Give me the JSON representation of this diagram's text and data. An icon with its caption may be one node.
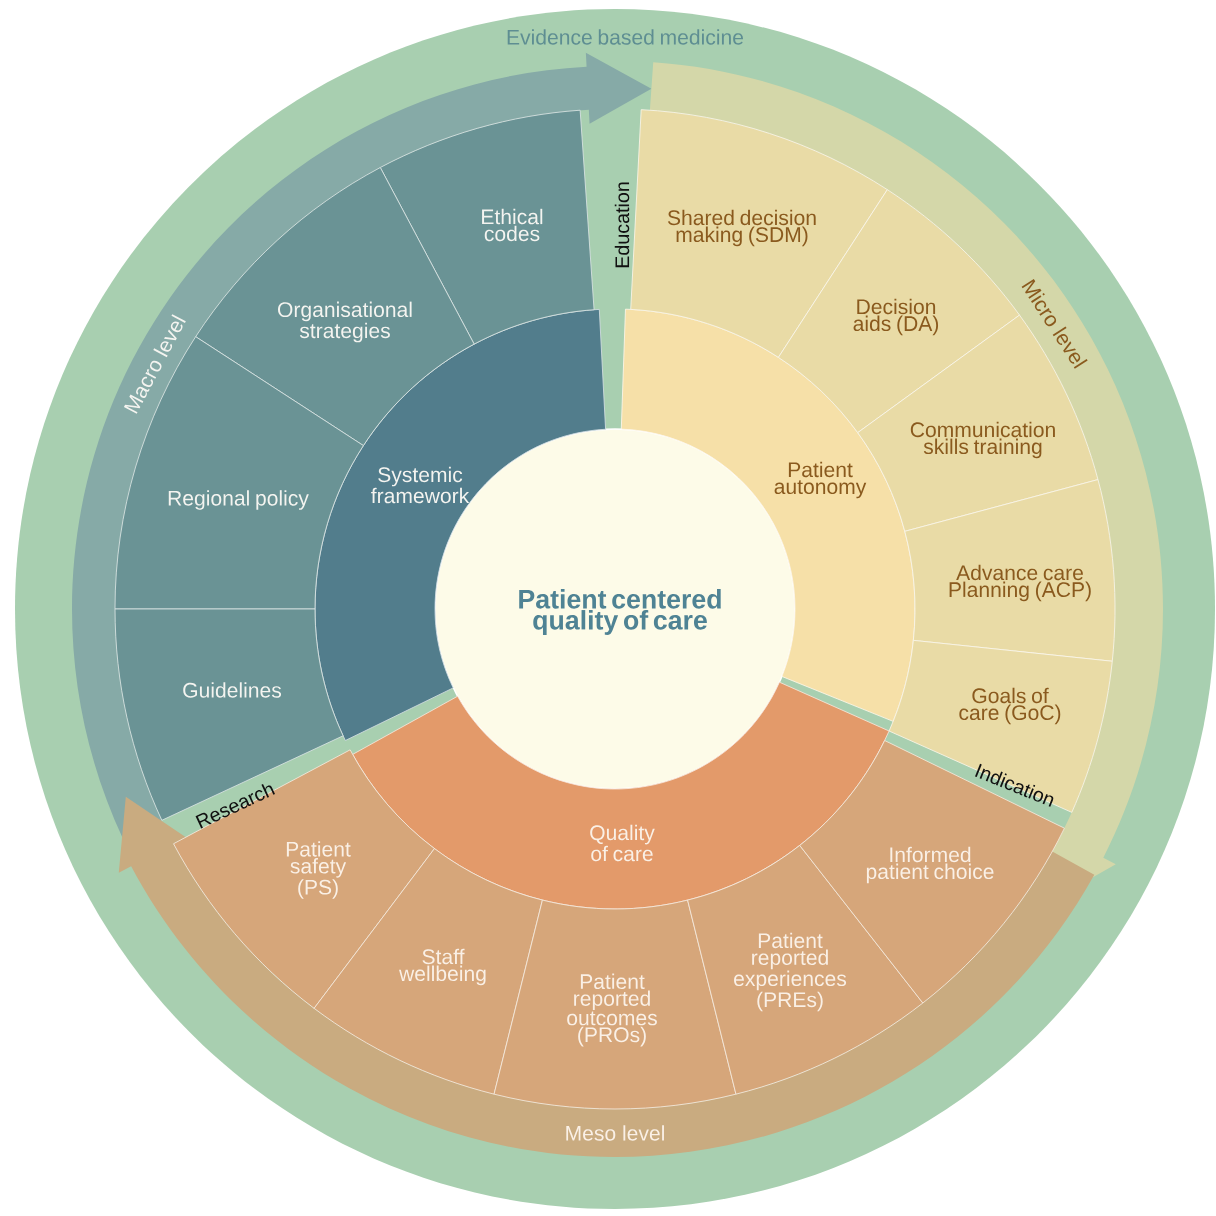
{
  "diagram": {
    "nodes": [
      {
        "text": [
          "Evidence based medicine"
        ]
      },
      {
        "text": [
          "Patient centered quality of care"
        ],
        "in": 0
      },
      {
        "text": [
          "Macro level"
        ],
        "in": 0
      },
      {
        "text": [
          "Micro level"
        ],
        "in": 0
      },
      {
        "text": [
          "Meso level"
        ],
        "in": 0
      },
      {
        "text": [
          "Systemic framework"
        ],
        "in": 0
      },
      {
        "text": [
          "Patient autonomy"
        ],
        "in": 0
      },
      {
        "text": [
          "Quality of care"
        ],
        "in": 0
      },
      {
        "text": [
          "Ethical codes"
        ],
        "in": 0
      },
      {
        "text": [
          "Organisational strategies"
        ],
        "in": 0
      },
      {
        "text": [
          "Regional policy"
        ],
        "in": 0
      },
      {
        "text": [
          "Guidelines"
        ],
        "in": 0
      },
      {
        "text": [
          "Shared decision making (SDM)"
        ],
        "in": 0
      },
      {
        "text": [
          "Decision aids (DA)"
        ],
        "in": 0
      },
      {
        "text": [
          "Communication skills training"
        ],
        "in": 0
      },
      {
        "text": [
          "Advance care Planning (ACP)"
        ],
        "in": 0
      },
      {
        "text": [
          "Goals of care (GoC)"
        ],
        "in": 0
      },
      {
        "text": [
          "Patient safety (PS)"
        ],
        "in": 0
      },
      {
        "text": [
          "Staff wellbeing"
        ],
        "in": 0
      },
      {
        "text": [
          "Patient reported outcomes (PROs)"
        ],
        "in": 0
      },
      {
        "text": [
          "Patient reported experiences (PREs)"
        ],
        "in": 0
      },
      {
        "text": [
          "Informed patient choice"
        ],
        "in": 0
      }
    ],
    "labels": [
      "Education",
      "Research",
      "Indication"
    ]
  }
}
